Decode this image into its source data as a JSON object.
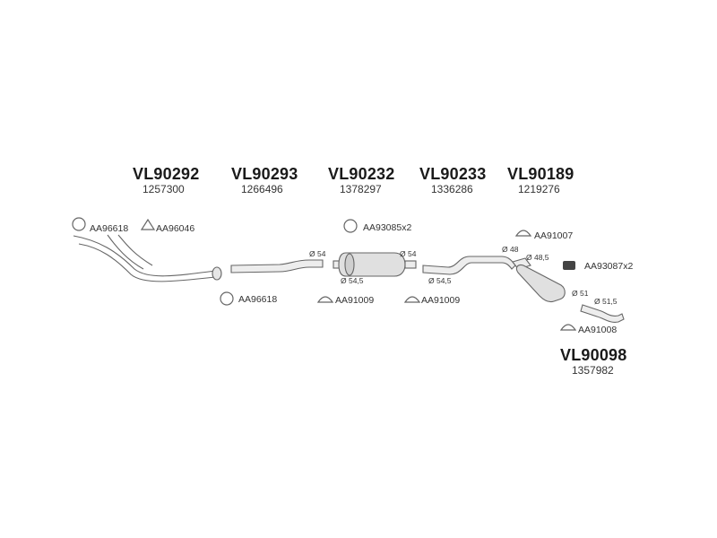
{
  "parts": [
    {
      "code": "VL90292",
      "number": "1257300"
    },
    {
      "code": "VL90293",
      "number": "1266496"
    },
    {
      "code": "VL90232",
      "number": "1378297"
    },
    {
      "code": "VL90233",
      "number": "1336286"
    },
    {
      "code": "VL90189",
      "number": "1219276"
    },
    {
      "code": "VL90098",
      "number": "1357982"
    }
  ],
  "accessories": [
    "AA96618",
    "AA96046",
    "AA93085x2",
    "AA91007",
    "AA93087x2",
    "AA96618",
    "AA91009",
    "AA91009",
    "AA91008"
  ],
  "diameters": [
    "Ø 54",
    "Ø 54",
    "Ø 54,5",
    "Ø 54,5",
    "Ø 48",
    "Ø 48,5",
    "Ø 51",
    "Ø 51,5"
  ],
  "colors": {
    "line": "#555555",
    "fill": "#e6e6e6",
    "text": "#1a1a1a"
  }
}
